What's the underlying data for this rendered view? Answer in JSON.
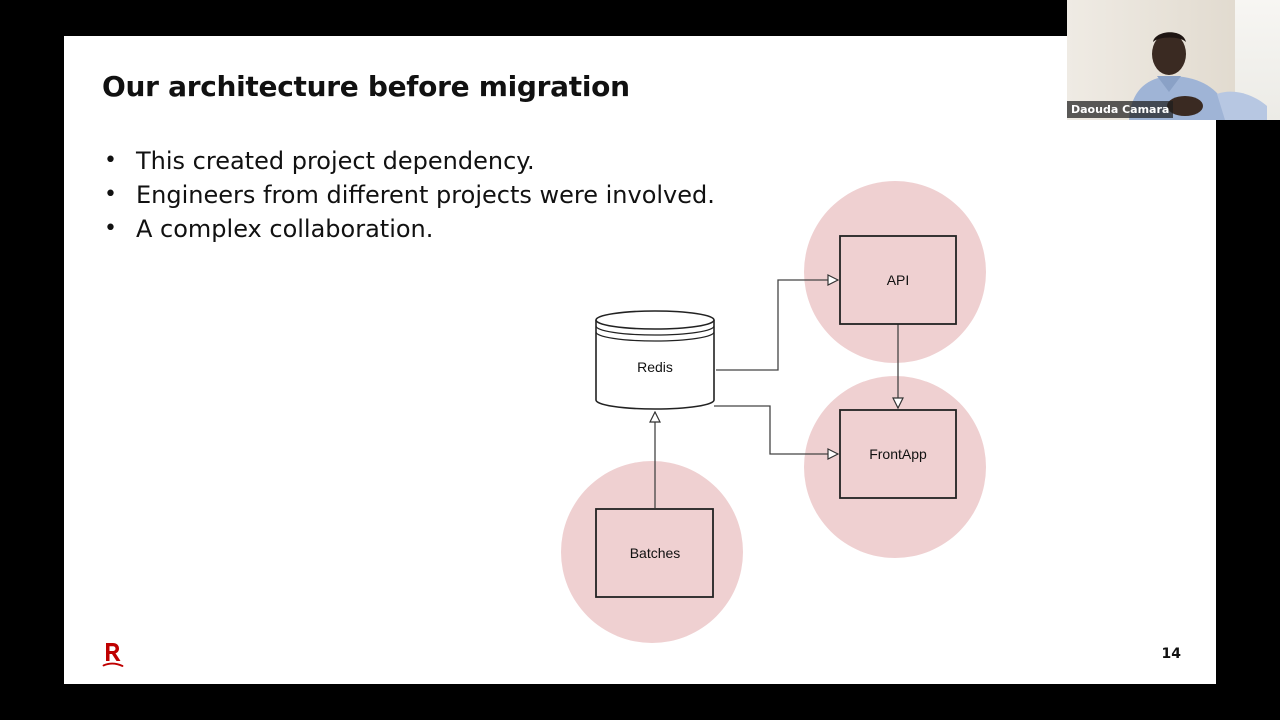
{
  "slide": {
    "title": "Our architecture before migration",
    "bullets": [
      "This created project dependency.",
      "Engineers from different projects were involved.",
      "A complex collaboration."
    ],
    "page_number": "14"
  },
  "diagram": {
    "nodes": {
      "redis": "Redis",
      "api": "API",
      "frontapp": "FrontApp",
      "batches": "Batches"
    },
    "highlight_color": "#efd0d1"
  },
  "webcam": {
    "participant_name": "Daouda Camara"
  },
  "brand": {
    "logo_icon": "rakuten-r-logo-icon",
    "logo_color": "#bf0000"
  }
}
